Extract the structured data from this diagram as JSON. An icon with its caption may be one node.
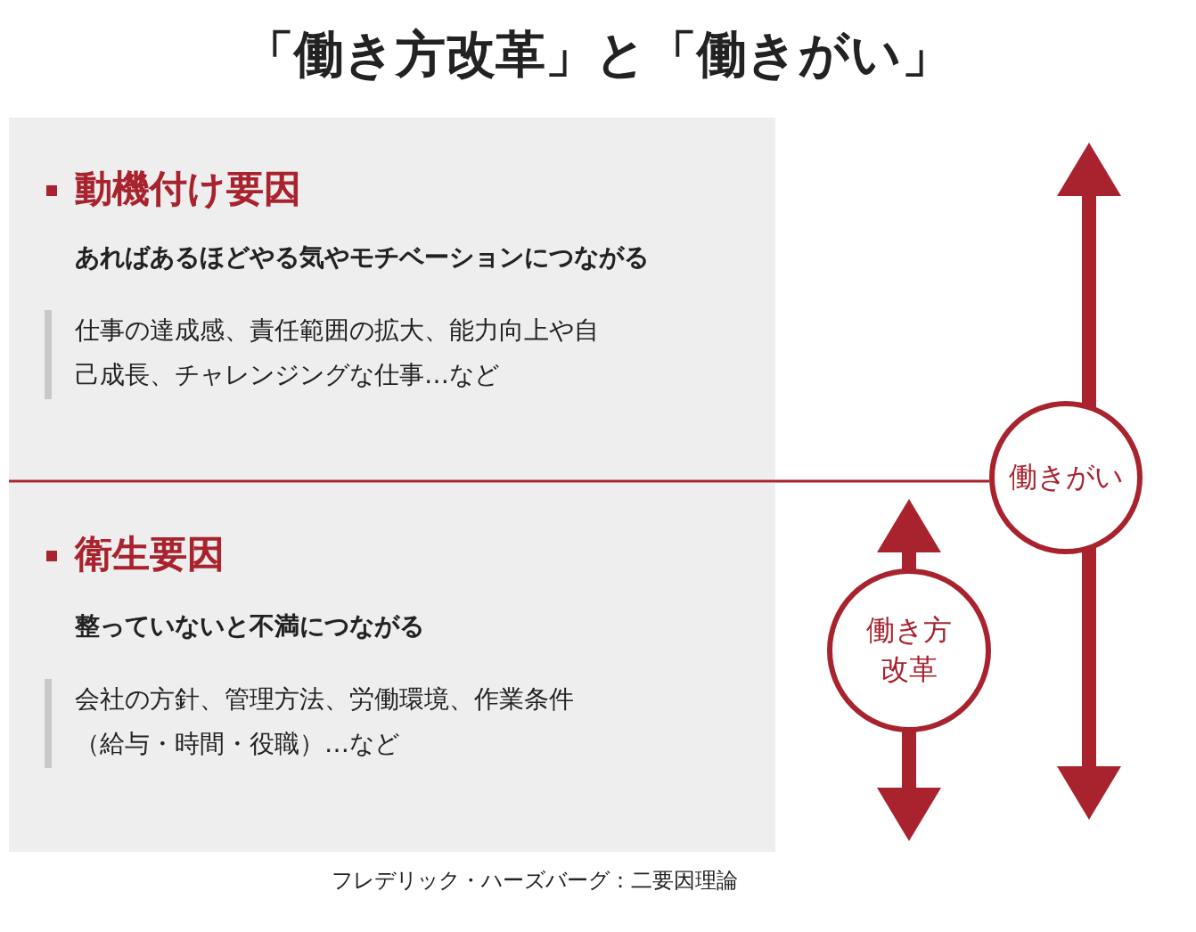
{
  "diagram": {
    "title": "「働き方改革」と「働きがい」",
    "nodes": [
      {
        "text": [
          "動機付け要因",
          "あればあるほどやる気やモチベーションにつながる",
          "仕事の達成感、責任範囲の拡大、能力向上や自己成長、チャレンジングな仕事…など"
        ]
      },
      {
        "text": [
          "衛生要因",
          "整っていないと不満につながる",
          "会社の方針、管理方法、労働環境、作業条件（給与・時間・役職）…など"
        ]
      },
      {
        "text": [
          "働きがい"
        ]
      },
      {
        "text": [
          "働き方改革"
        ]
      }
    ],
    "caption": "フレデリック・ハーズバーグ：二要因理論"
  }
}
